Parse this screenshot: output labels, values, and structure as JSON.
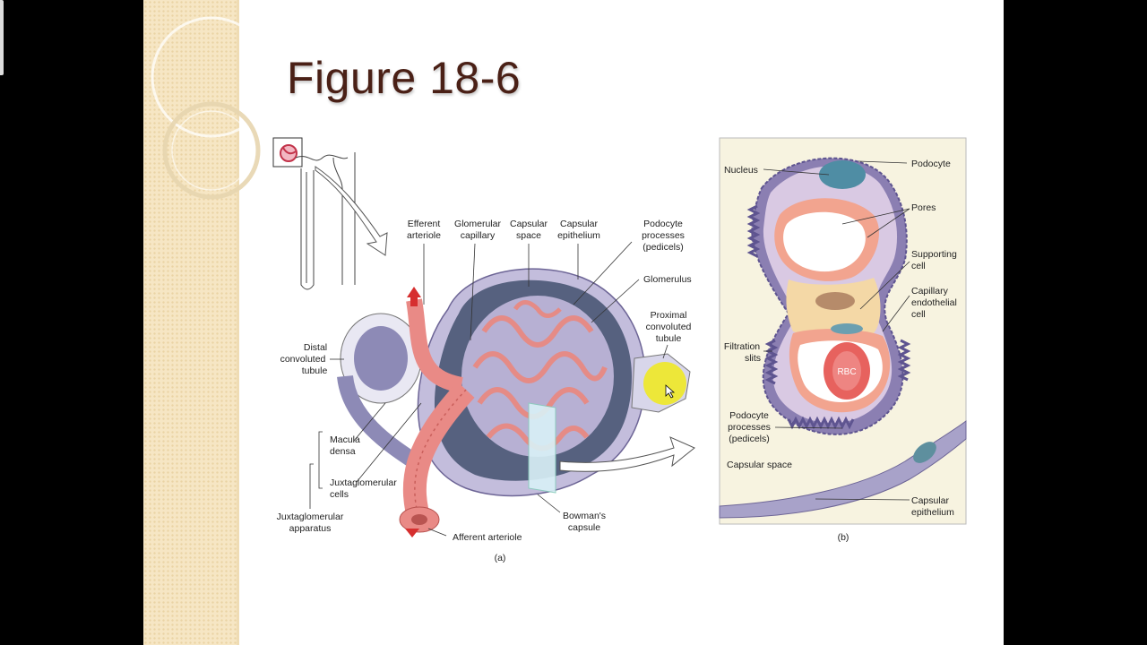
{
  "slide": {
    "title": "Figure 18-6"
  },
  "panel_a": {
    "caption": "(a)",
    "labels": {
      "efferent_1": "Efferent",
      "efferent_2": "arteriole",
      "glom_cap_1": "Glomerular",
      "glom_cap_2": "capillary",
      "caps_space_1": "Capsular",
      "caps_space_2": "space",
      "caps_epi_1": "Capsular",
      "caps_epi_2": "epithelium",
      "podo_1": "Podocyte",
      "podo_2": "processes",
      "podo_3": "(pedicels)",
      "glomerulus": "Glomerulus",
      "prox_1": "Proximal",
      "prox_2": "convoluted",
      "prox_3": "tubule",
      "distal_1": "Distal",
      "distal_2": "convoluted",
      "distal_3": "tubule",
      "macula_1": "Macula",
      "macula_2": "densa",
      "jg_cells_1": "Juxtaglomerular",
      "jg_cells_2": "cells",
      "jga_1": "Juxtaglomerular",
      "jga_2": "apparatus",
      "afferent": "Afferent arteriole",
      "bowman_1": "Bowman's",
      "bowman_2": "capsule"
    }
  },
  "panel_b": {
    "caption": "(b)",
    "labels": {
      "nucleus": "Nucleus",
      "podocyte": "Podocyte",
      "pores": "Pores",
      "supporting_1": "Supporting",
      "supporting_2": "cell",
      "cap_endo_1": "Capillary",
      "cap_endo_2": "endothelial",
      "cap_endo_3": "cell",
      "filtration_1": "Filtration",
      "filtration_2": "slits",
      "rbc": "RBC",
      "podo_1": "Podocyte",
      "podo_2": "processes",
      "podo_3": "(pedicels)",
      "caps_space": "Capsular space",
      "caps_epi_1": "Capsular",
      "caps_epi_2": "epithelium"
    }
  },
  "colors": {
    "title": "#4a2016",
    "band": "#f6e6c4",
    "artery": "#e98a86",
    "capsule": "#b9b3d6",
    "highlight": "#f1ea1a"
  }
}
